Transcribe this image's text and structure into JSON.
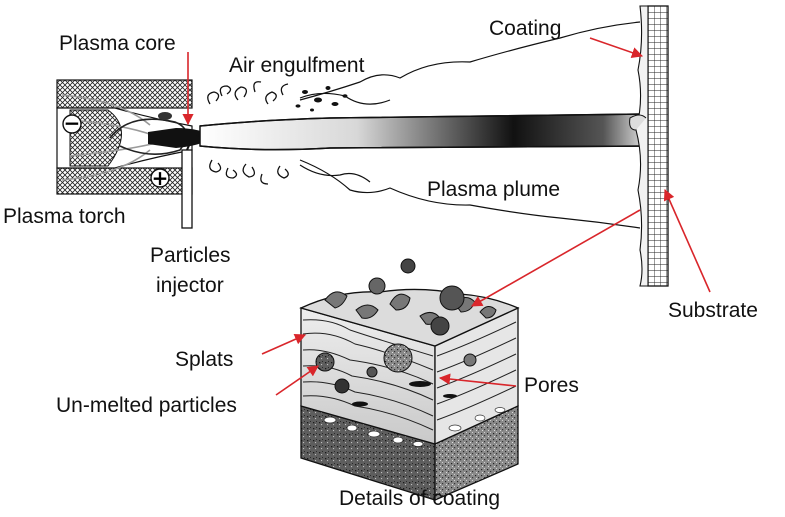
{
  "labels": {
    "plasma_core": "Plasma core",
    "air_engulfment": "Air engulfment",
    "coating": "Coating",
    "plasma_torch": "Plasma torch",
    "particles_injector_line1": "Particles",
    "particles_injector_line2": "injector",
    "plasma_plume": "Plasma plume",
    "substrate": "Substrate",
    "splats": "Splats",
    "unmelted_particles": "Un-melted particles",
    "pores": "Pores",
    "details_of_coating": "Details of coating"
  },
  "symbols": {
    "cathode": "−",
    "anode": "+"
  },
  "colors": {
    "arrow": "#d9262b",
    "ink": "#111111"
  }
}
